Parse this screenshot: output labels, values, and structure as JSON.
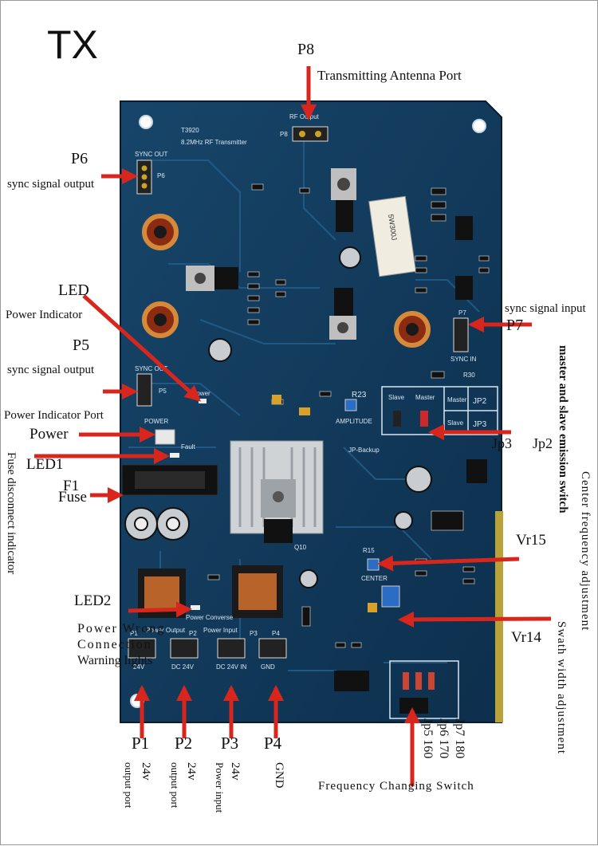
{
  "title": "TX",
  "colors": {
    "board": "#123a5e",
    "board_dark": "#0b2840",
    "trace": "#1d4f7a",
    "arrow": "#d9261c",
    "silk": "#d8e6f2"
  },
  "board_silkscreen": {
    "model": "T3920",
    "subtitle": "8.2MHz RF Transmitter",
    "rf_output": "RF Output",
    "sync_out_top": "SYNC OUT",
    "sync_out_mid": "SYNC OUT",
    "sync_in": "SYNC IN",
    "power_led": "Power",
    "power_port": "POWER",
    "fault": "Fault",
    "amplitude": "AMPLITUDE",
    "r23": "R23",
    "jp_backup": "JP-Backup",
    "center": "CENTER",
    "power_output": "Power Output",
    "power_input": "Power Input",
    "power_converse": "Power Converse",
    "resistor_marking": "5W300J",
    "q10": "Q10",
    "r15": "R15",
    "r30": "R30",
    "jp_table": {
      "slave": "Slave",
      "master": "Master",
      "jp2": "JP2",
      "jp3": "JP3"
    },
    "connectors": {
      "p1": "24V",
      "p2": "DC 24V",
      "p3": "DC 24V IN",
      "p4": "GND"
    },
    "headers": {
      "p1": "P1",
      "p2": "P2",
      "p3": "P3",
      "p4": "P4",
      "p5": "P5",
      "p6": "P6",
      "p7": "P7",
      "p8": "P8"
    }
  },
  "callouts": {
    "p8": {
      "id": "P8",
      "desc": "Transmitting Antenna Port"
    },
    "p6": {
      "id": "P6",
      "desc": "sync signal output"
    },
    "led": {
      "id": "LED",
      "desc": "Power Indicator"
    },
    "p5": {
      "id": "P5",
      "desc": "sync signal output"
    },
    "power": {
      "desc": "Power Indicator Port",
      "id": "Power"
    },
    "led1": {
      "id": "LED1",
      "desc": "Fuse disconnect indicator"
    },
    "f1": {
      "id": "F1",
      "desc": "Fuse"
    },
    "led2": {
      "id": "LED2"
    },
    "wrong": {
      "line1": "Power Wrong",
      "line2": "Connection",
      "line3": "Warning lights"
    },
    "p7": {
      "id": "P7",
      "desc": "sync signal input"
    },
    "master": {
      "desc": "master and slave emission switch"
    },
    "jp3": {
      "id": "Jp3"
    },
    "jp2": {
      "id": "Jp2"
    },
    "center": {
      "desc": "Center frequency adjustment"
    },
    "vr15": {
      "id": "Vr15"
    },
    "vr14": {
      "id": "Vr14"
    },
    "swath": {
      "desc": "Swath width adjustment"
    },
    "p1": {
      "id": "P1",
      "v": "24v",
      "desc": "output port"
    },
    "p2": {
      "id": "P2",
      "v": "24v",
      "desc": "output port"
    },
    "p3": {
      "id": "P3",
      "v": "24v",
      "desc": "Power input"
    },
    "p4": {
      "id": "P4",
      "desc": "GND"
    },
    "jp5": "Jp5 160",
    "jp6": "Jp6 170",
    "jp7": "Jp7 180",
    "freq": {
      "desc": "Frequency Changing Switch"
    }
  }
}
